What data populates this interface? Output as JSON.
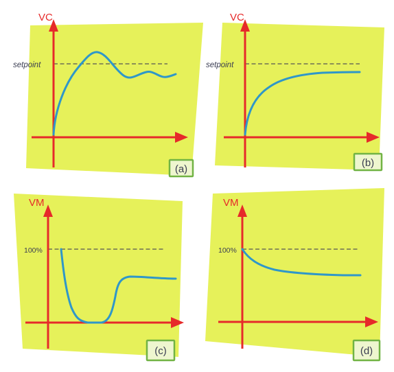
{
  "colors": {
    "panel_fill": "#e6f15a",
    "axis": "#e62a2a",
    "curve": "#2f97c9",
    "reference_line": "#555555",
    "label_dark": "#3a3d52",
    "tag_border": "#71b344",
    "tag_fill": "#eef6cf"
  },
  "panels": [
    {
      "id": "a",
      "tag": "(a)",
      "axis_label": "VC",
      "reference_label": "setpoint",
      "response": "overshoot then damped oscillation around the setpoint"
    },
    {
      "id": "b",
      "tag": "(b)",
      "axis_label": "VC",
      "reference_label": "setpoint",
      "response": "smooth rise approaching just below the setpoint"
    },
    {
      "id": "c",
      "tag": "(c)",
      "axis_label": "VM",
      "reference_label": "100%",
      "response": "drop from 100% to zero, flat, then rise to a mid level"
    },
    {
      "id": "d",
      "tag": "(d)",
      "axis_label": "VM",
      "reference_label": "100%",
      "response": "small decay from 100% settling to a lower level"
    }
  ]
}
